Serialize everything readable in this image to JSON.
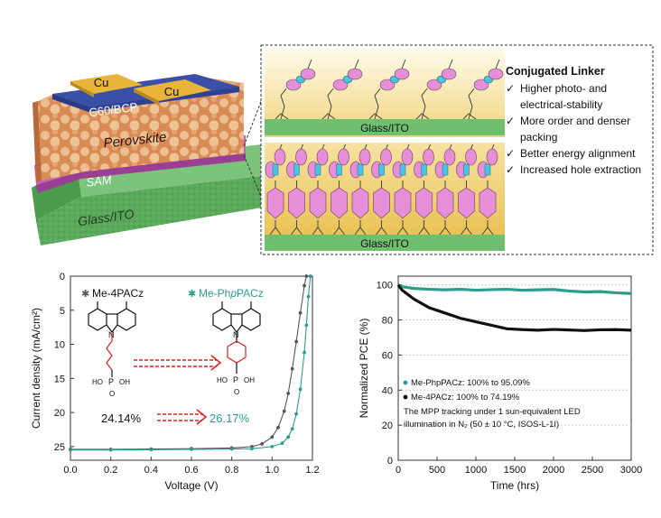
{
  "device": {
    "layers": [
      "Cu",
      "Cu",
      "C60/BCP",
      "Perovskite",
      "SAM",
      "Glass/ITO"
    ],
    "colors": {
      "cu": "#e8b43a",
      "c60": "#3a4fa8",
      "perovskite": "#d98b55",
      "sam": "#b04fa8",
      "glass": "#5aa85a"
    }
  },
  "linker": {
    "substrate_top": "Glass/ITO",
    "substrate_bottom": "Glass/ITO",
    "legend_title": "Conjugated Linker",
    "legend_items": [
      "Higher photo- and electrical-stability",
      "More order and denser packing",
      "Better energy alignment",
      "Increased hole extraction"
    ]
  },
  "chart_data": [
    {
      "type": "line",
      "xlabel": "Voltage (V)",
      "ylabel": "Current density (mA/cm²)",
      "xlim": [
        0.0,
        1.2
      ],
      "ylim": [
        0,
        27
      ],
      "y_inverted": true,
      "xticks": [
        0.0,
        0.2,
        0.4,
        0.6,
        0.8,
        1.0,
        1.2
      ],
      "yticks": [
        0,
        5,
        10,
        15,
        20,
        25
      ],
      "legend_position": "top",
      "series": [
        {
          "name": "Me-4PACz",
          "color": "#555555",
          "x": [
            0.0,
            0.2,
            0.4,
            0.6,
            0.8,
            0.9,
            0.95,
            1.0,
            1.03,
            1.06,
            1.08,
            1.1,
            1.12,
            1.14,
            1.16,
            1.17
          ],
          "y": [
            25.4,
            25.4,
            25.35,
            25.3,
            25.2,
            25.0,
            24.6,
            23.6,
            22.2,
            19.8,
            17.2,
            13.6,
            9.6,
            5.4,
            1.4,
            0.0
          ]
        },
        {
          "name": "Me-PhpPACz",
          "color": "#2a9d8f",
          "x": [
            0.0,
            0.2,
            0.4,
            0.6,
            0.8,
            0.9,
            1.0,
            1.05,
            1.08,
            1.1,
            1.12,
            1.14,
            1.16,
            1.17,
            1.18,
            1.19
          ],
          "y": [
            25.5,
            25.5,
            25.45,
            25.4,
            25.35,
            25.3,
            25.0,
            24.5,
            23.6,
            22.4,
            20.2,
            16.6,
            11.2,
            7.2,
            3.0,
            0.0
          ]
        }
      ],
      "annotations": {
        "left_pce": "24.14%",
        "right_pce": "26.17%",
        "left_label": "Me-4PACz",
        "right_label": "Me-PhpPACz",
        "right_label_prefix": "Me-Ph",
        "right_label_italic": "p",
        "right_label_suffix": "PACz",
        "molecule_atoms": {
          "n": "N",
          "p": "P",
          "o": "O",
          "ho": "HO",
          "oh": "OH"
        }
      }
    },
    {
      "type": "line",
      "xlabel": "Time (hrs)",
      "ylabel": "Normalized PCE (%)",
      "xlim": [
        0,
        3000
      ],
      "ylim": [
        0,
        105
      ],
      "xticks": [
        0,
        500,
        1000,
        1500,
        2000,
        2500,
        3000
      ],
      "yticks": [
        0,
        20,
        40,
        60,
        80,
        100
      ],
      "grid": true,
      "legend_position": "bottom-left",
      "series": [
        {
          "name": "Me-PhpPACz: 100% to 95.09%",
          "color": "#2a9d8f",
          "x": [
            0,
            50,
            200,
            400,
            600,
            800,
            1000,
            1200,
            1400,
            1600,
            1800,
            2000,
            2200,
            2400,
            2600,
            2800,
            3000
          ],
          "y": [
            100,
            99,
            98,
            97.5,
            97.2,
            97.5,
            97.0,
            97.3,
            97.5,
            97.0,
            97.2,
            97.4,
            96.5,
            96.0,
            96.2,
            95.5,
            95.09
          ]
        },
        {
          "name": "Me-4PACz: 100% to 74.19%",
          "color": "#111111",
          "x": [
            0,
            50,
            200,
            400,
            600,
            800,
            1000,
            1200,
            1400,
            1600,
            1800,
            2000,
            2200,
            2400,
            2600,
            2800,
            3000
          ],
          "y": [
            100,
            97,
            92,
            87,
            84,
            81,
            79,
            77,
            75,
            74.5,
            74.2,
            74.6,
            74.3,
            74.0,
            74.4,
            74.5,
            74.19
          ]
        }
      ],
      "annotation_lines": [
        "The MPP tracking under 1 sun-equivalent LED",
        "illumination in N₂ (50 ± 10 °C, ISOS-L-1I)"
      ]
    }
  ]
}
